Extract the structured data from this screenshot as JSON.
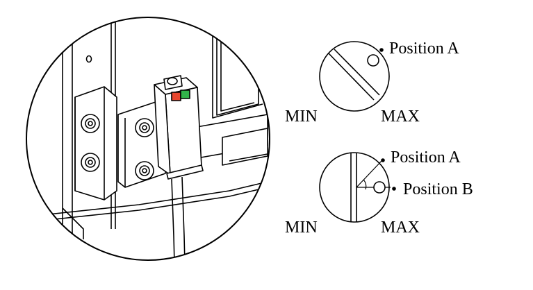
{
  "dial_top": {
    "label_pos_a": "Position A",
    "label_min": "MIN",
    "label_max": "MAX"
  },
  "dial_bottom": {
    "label_pos_a": "Position A",
    "label_pos_b": "Position B",
    "label_min": "MIN",
    "label_max": "MAX"
  },
  "colors": {
    "line": "#000000",
    "red_led": "#e8462e",
    "green_led": "#31b34a",
    "background": "#ffffff"
  }
}
